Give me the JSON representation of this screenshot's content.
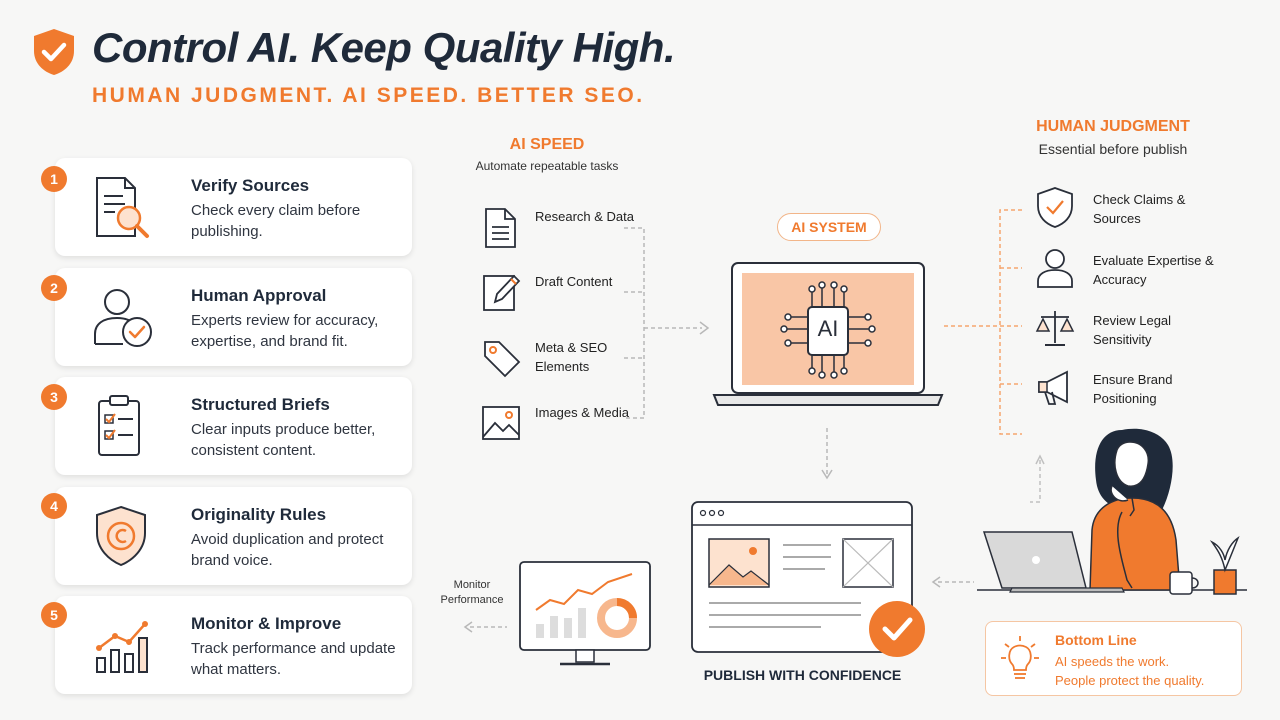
{
  "header": {
    "title": "Control AI. Keep Quality High.",
    "subtitle": "HUMAN JUDGMENT. AI SPEED. BETTER SEO."
  },
  "steps": [
    {
      "number": "1",
      "title": "Verify Sources",
      "desc": "Check every claim before publishing.",
      "icon": "document-search-icon"
    },
    {
      "number": "2",
      "title": "Human Approval",
      "desc": "Experts review for accuracy, expertise, and brand fit.",
      "icon": "user-check-icon"
    },
    {
      "number": "3",
      "title": "Structured Briefs",
      "desc": "Clear inputs produce better, consistent content.",
      "icon": "clipboard-checklist-icon"
    },
    {
      "number": "4",
      "title": "Originality Rules",
      "desc": "Avoid duplication and protect brand voice.",
      "icon": "copyright-shield-icon"
    },
    {
      "number": "5",
      "title": "Monitor & Improve",
      "desc": "Track performance and update what matters.",
      "icon": "growth-chart-icon"
    }
  ],
  "ai_speed": {
    "heading": "AI SPEED",
    "subheading": "Automate repeatable tasks",
    "tasks": [
      {
        "label": "Research & Data",
        "icon": "document-icon"
      },
      {
        "label": "Draft Content",
        "icon": "edit-document-icon"
      },
      {
        "label": "Meta & SEO Elements",
        "icon": "tag-icon"
      },
      {
        "label": "Images & Media",
        "icon": "image-icon"
      }
    ]
  },
  "ai_system": {
    "label": "AI SYSTEM",
    "chip_text": "AI"
  },
  "human_judgment": {
    "heading": "HUMAN JUDGMENT",
    "subheading": "Essential before publish",
    "items": [
      {
        "label": "Check Claims & Sources",
        "icon": "shield-check-icon"
      },
      {
        "label": "Evaluate Expertise & Accuracy",
        "icon": "user-icon"
      },
      {
        "label": "Review Legal Sensitivity",
        "icon": "scales-icon"
      },
      {
        "label": "Ensure Brand Positioning",
        "icon": "megaphone-icon"
      }
    ]
  },
  "publish": {
    "label": "PUBLISH WITH CONFIDENCE"
  },
  "monitor": {
    "label": "Monitor Performance"
  },
  "bottom_line": {
    "title": "Bottom Line",
    "line1": "AI speeds the work.",
    "line2": "People protect the quality."
  },
  "colors": {
    "accent": "#f07a2e",
    "accent_light": "#f7b78d",
    "dark_text": "#1f2a3a",
    "screen_fill": "#f9c6a6"
  }
}
